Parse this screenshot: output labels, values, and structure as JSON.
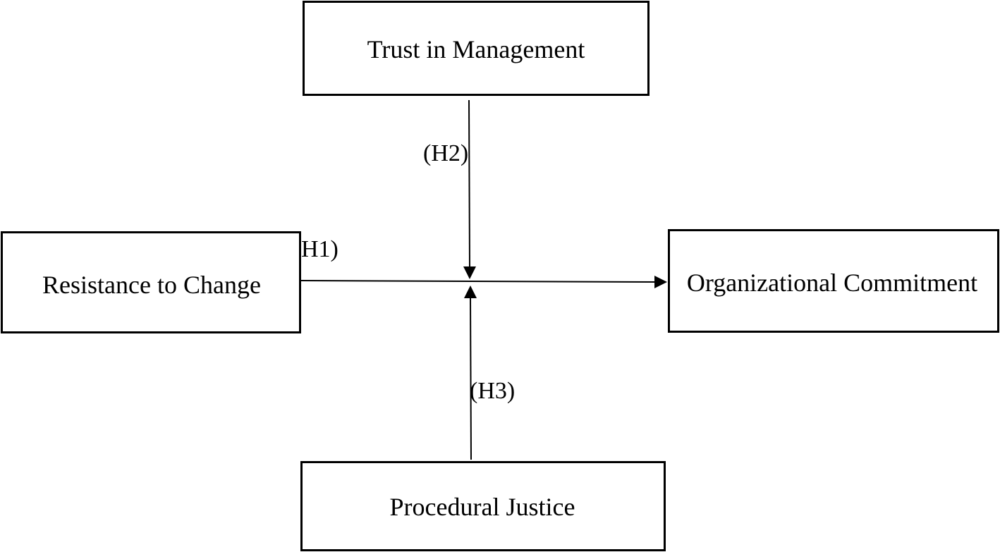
{
  "diagram": {
    "nodes": {
      "trust": "Trust in Management",
      "resistance": "Resistance to Change",
      "commitment": "Organizational Commitment",
      "justice": "Procedural Justice"
    },
    "hypotheses": {
      "h1": "H1)",
      "h2": "(H2)",
      "h3": "(H3)"
    },
    "edges": [
      {
        "from": "resistance",
        "to": "commitment",
        "label": "H1)"
      },
      {
        "from": "trust",
        "to": "resistance-commitment path",
        "label": "(H2)"
      },
      {
        "from": "justice",
        "to": "resistance-commitment path",
        "label": "(H3)"
      }
    ],
    "colors": {
      "stroke": "#000000",
      "background": "#ffffff"
    }
  }
}
